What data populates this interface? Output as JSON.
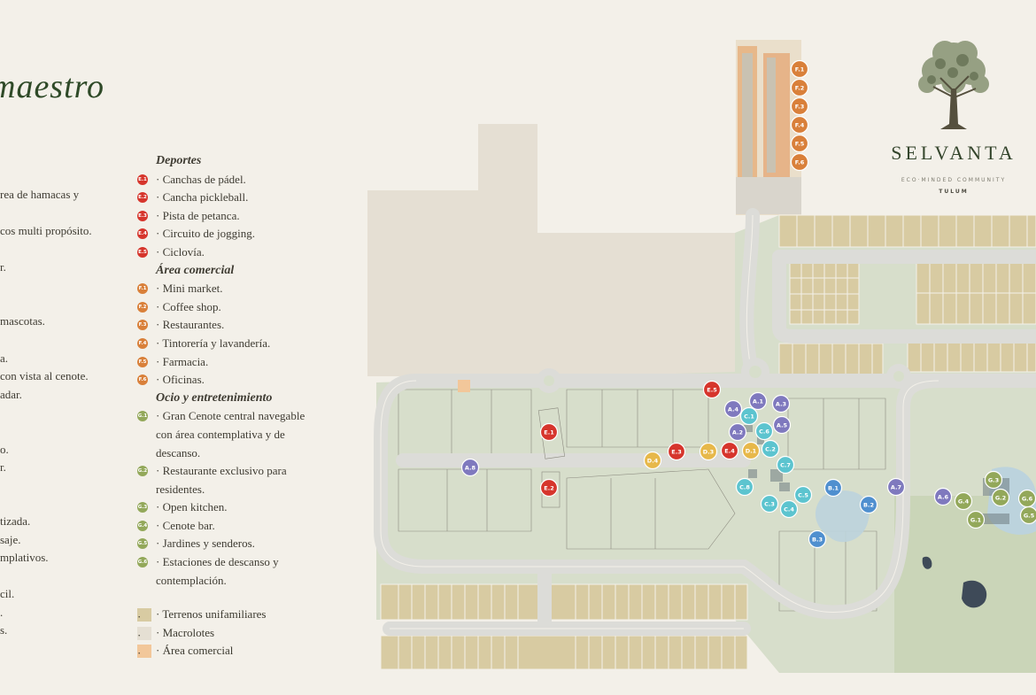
{
  "title": "maestro",
  "brand": {
    "name": "SELVANTA",
    "tagline": "ECO·MINDED COMMUNITY",
    "location": "TULUM"
  },
  "left_fragments": [
    "rea de hamacas y",
    "cos multi propósito.",
    "r.",
    "mascotas.",
    "a.",
    "con vista al cenote.",
    "adar.",
    "o.",
    "r.",
    "tizada.",
    "saje.",
    "mplativos.",
    "cil.",
    ".",
    "s."
  ],
  "legend": [
    {
      "section": "Deportes"
    },
    {
      "code": "E.1",
      "label": "Canchas de pádel.",
      "color": "#d6352c"
    },
    {
      "code": "E.2",
      "label": "Cancha pickleball.",
      "color": "#d6352c"
    },
    {
      "code": "E.3",
      "label": "Pista de petanca.",
      "color": "#d6352c"
    },
    {
      "code": "E.4",
      "label": "Circuito de jogging.",
      "color": "#d6352c"
    },
    {
      "code": "E.5",
      "label": "Ciclovía.",
      "color": "#d6352c"
    },
    {
      "section": "Área comercial"
    },
    {
      "code": "F.1",
      "label": "Mini market.",
      "color": "#d9803a"
    },
    {
      "code": "F.2",
      "label": "Coffee shop.",
      "color": "#d9803a"
    },
    {
      "code": "F.3",
      "label": "Restaurantes.",
      "color": "#d9803a"
    },
    {
      "code": "F.4",
      "label": "Tintorería y lavandería.",
      "color": "#d9803a"
    },
    {
      "code": "F.5",
      "label": "Farmacia.",
      "color": "#d9803a"
    },
    {
      "code": "F.6",
      "label": "Oficinas.",
      "color": "#d9803a"
    },
    {
      "section": "Ocio y entretenimiento"
    },
    {
      "code": "G.1",
      "label": "Gran Cenote central navegable con área contemplativa y de descanso.",
      "color": "#93a85a"
    },
    {
      "code": "G.2",
      "label": "Restaurante exclusivo para residentes.",
      "color": "#93a85a"
    },
    {
      "code": "G.3",
      "label": "Open kitchen.",
      "color": "#93a85a"
    },
    {
      "code": "G.4",
      "label": "Cenote bar.",
      "color": "#93a85a"
    },
    {
      "code": "G.5",
      "label": "Jardines y senderos.",
      "color": "#93a85a"
    },
    {
      "code": "G.6",
      "label": "Estaciones de descanso y contemplación.",
      "color": "#93a85a"
    }
  ],
  "keys": [
    {
      "label": "Terrenos unifamiliares",
      "color": "#d8cba2"
    },
    {
      "label": "Macrolotes",
      "color": "#e5dfd3"
    },
    {
      "label": "Área comercial",
      "color": "#f2c79a"
    }
  ],
  "colors": {
    "deportes": "#d6352c",
    "comercial": "#d9803a",
    "ocio": "#93a85a",
    "amenidades_a": "#7f79be",
    "amenidades_b": "#4f8fcf",
    "amenidades_c": "#5cc4cf",
    "amenidades_d": "#e7b84a",
    "green_area": "#d7decb",
    "road": "#dcdcd8",
    "lot": "#d8cba2",
    "macrolote": "#e5dfd3"
  },
  "markers": [
    {
      "code": "F.1",
      "group": "comercial"
    },
    {
      "code": "F.2",
      "group": "comercial"
    },
    {
      "code": "F.3",
      "group": "comercial"
    },
    {
      "code": "F.4",
      "group": "comercial"
    },
    {
      "code": "F.5",
      "group": "comercial"
    },
    {
      "code": "F.6",
      "group": "comercial"
    },
    {
      "code": "E.5",
      "group": "deportes"
    },
    {
      "code": "E.1",
      "group": "deportes"
    },
    {
      "code": "E.2",
      "group": "deportes"
    },
    {
      "code": "E.3",
      "group": "deportes"
    },
    {
      "code": "E.4",
      "group": "deportes"
    },
    {
      "code": "A.1",
      "group": "amenidades_a"
    },
    {
      "code": "A.2",
      "group": "amenidades_a"
    },
    {
      "code": "A.3",
      "group": "amenidades_a"
    },
    {
      "code": "A.4",
      "group": "amenidades_a"
    },
    {
      "code": "A.5",
      "group": "amenidades_a"
    },
    {
      "code": "A.6",
      "group": "amenidades_a"
    },
    {
      "code": "A.7",
      "group": "amenidades_a"
    },
    {
      "code": "A.8",
      "group": "amenidades_a"
    },
    {
      "code": "B.1",
      "group": "amenidades_b"
    },
    {
      "code": "B.2",
      "group": "amenidades_b"
    },
    {
      "code": "B.3",
      "group": "amenidades_b"
    },
    {
      "code": "C.1",
      "group": "amenidades_c"
    },
    {
      "code": "C.2",
      "group": "amenidades_c"
    },
    {
      "code": "C.3",
      "group": "amenidades_c"
    },
    {
      "code": "C.4",
      "group": "amenidades_c"
    },
    {
      "code": "C.5",
      "group": "amenidades_c"
    },
    {
      "code": "C.6",
      "group": "amenidades_c"
    },
    {
      "code": "C.7",
      "group": "amenidades_c"
    },
    {
      "code": "C.8",
      "group": "amenidades_c"
    },
    {
      "code": "D.1",
      "group": "amenidades_d"
    },
    {
      "code": "D.3",
      "group": "amenidades_d"
    },
    {
      "code": "D.4",
      "group": "amenidades_d"
    },
    {
      "code": "G.1",
      "group": "ocio"
    },
    {
      "code": "G.2",
      "group": "ocio"
    },
    {
      "code": "G.3",
      "group": "ocio"
    },
    {
      "code": "G.4",
      "group": "ocio"
    },
    {
      "code": "G.5",
      "group": "ocio"
    },
    {
      "code": "G.6",
      "group": "ocio"
    }
  ]
}
